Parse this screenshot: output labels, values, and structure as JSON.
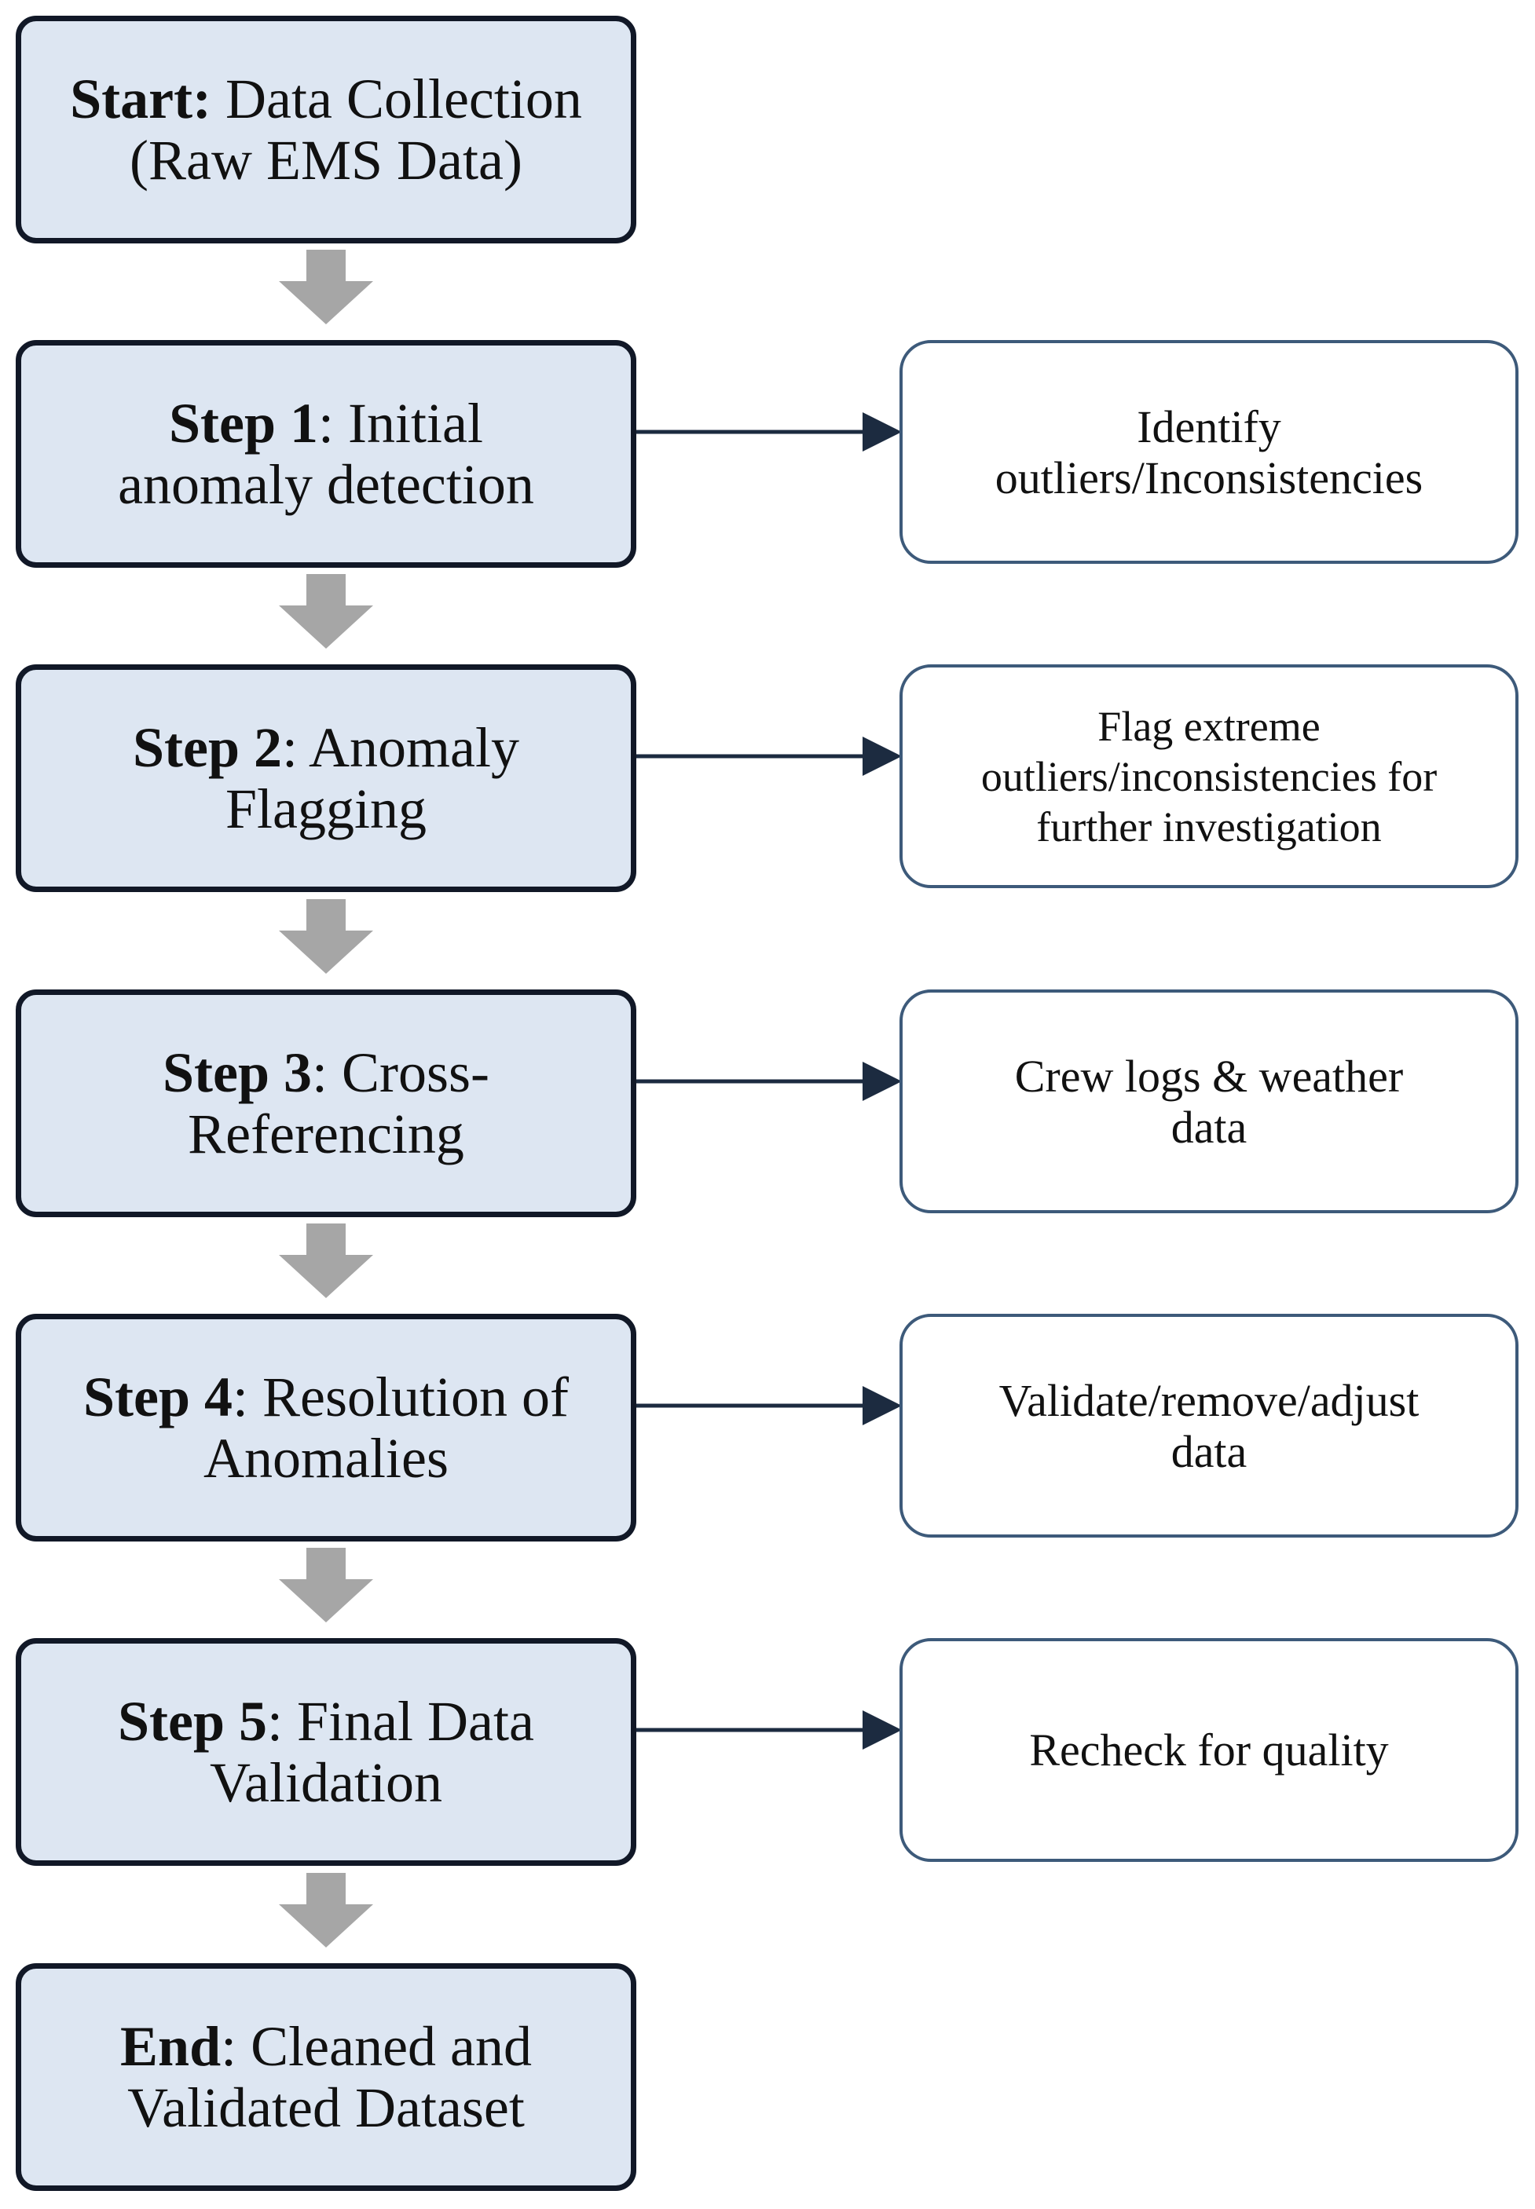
{
  "steps": [
    {
      "keyword": "Start:",
      "rest": " Data Collection",
      "line2": "(Raw EMS Data)"
    },
    {
      "keyword": "Step 1",
      "rest": ": Initial",
      "line2": "anomaly detection"
    },
    {
      "keyword": "Step 2",
      "rest": ": Anomaly",
      "line2": "Flagging"
    },
    {
      "keyword": "Step 3",
      "rest": ": Cross-",
      "line2": "Referencing"
    },
    {
      "keyword": "Step 4",
      "rest": ": Resolution of",
      "line2": "Anomalies"
    },
    {
      "keyword": "Step 5",
      "rest": ": Final Data",
      "line2": "Validation"
    },
    {
      "keyword": "End",
      "rest": ": Cleaned and",
      "line2": "Validated Dataset"
    }
  ],
  "details": [
    {
      "lines": [
        "Identify",
        "outliers/Inconsistencies"
      ]
    },
    {
      "lines": [
        "Flag extreme",
        "outliers/inconsistencies for",
        "further investigation"
      ]
    },
    {
      "lines": [
        "Crew logs & weather",
        "data"
      ]
    },
    {
      "lines": [
        "Validate/remove/adjust",
        "data"
      ]
    },
    {
      "lines": [
        "Recheck for quality"
      ]
    }
  ],
  "colors": {
    "main_fill": "#dde6f2",
    "main_border": "#111827",
    "side_border": "#3d5a7a",
    "down_arrow": "#a6a6a6",
    "connector": "#1c2b40"
  }
}
